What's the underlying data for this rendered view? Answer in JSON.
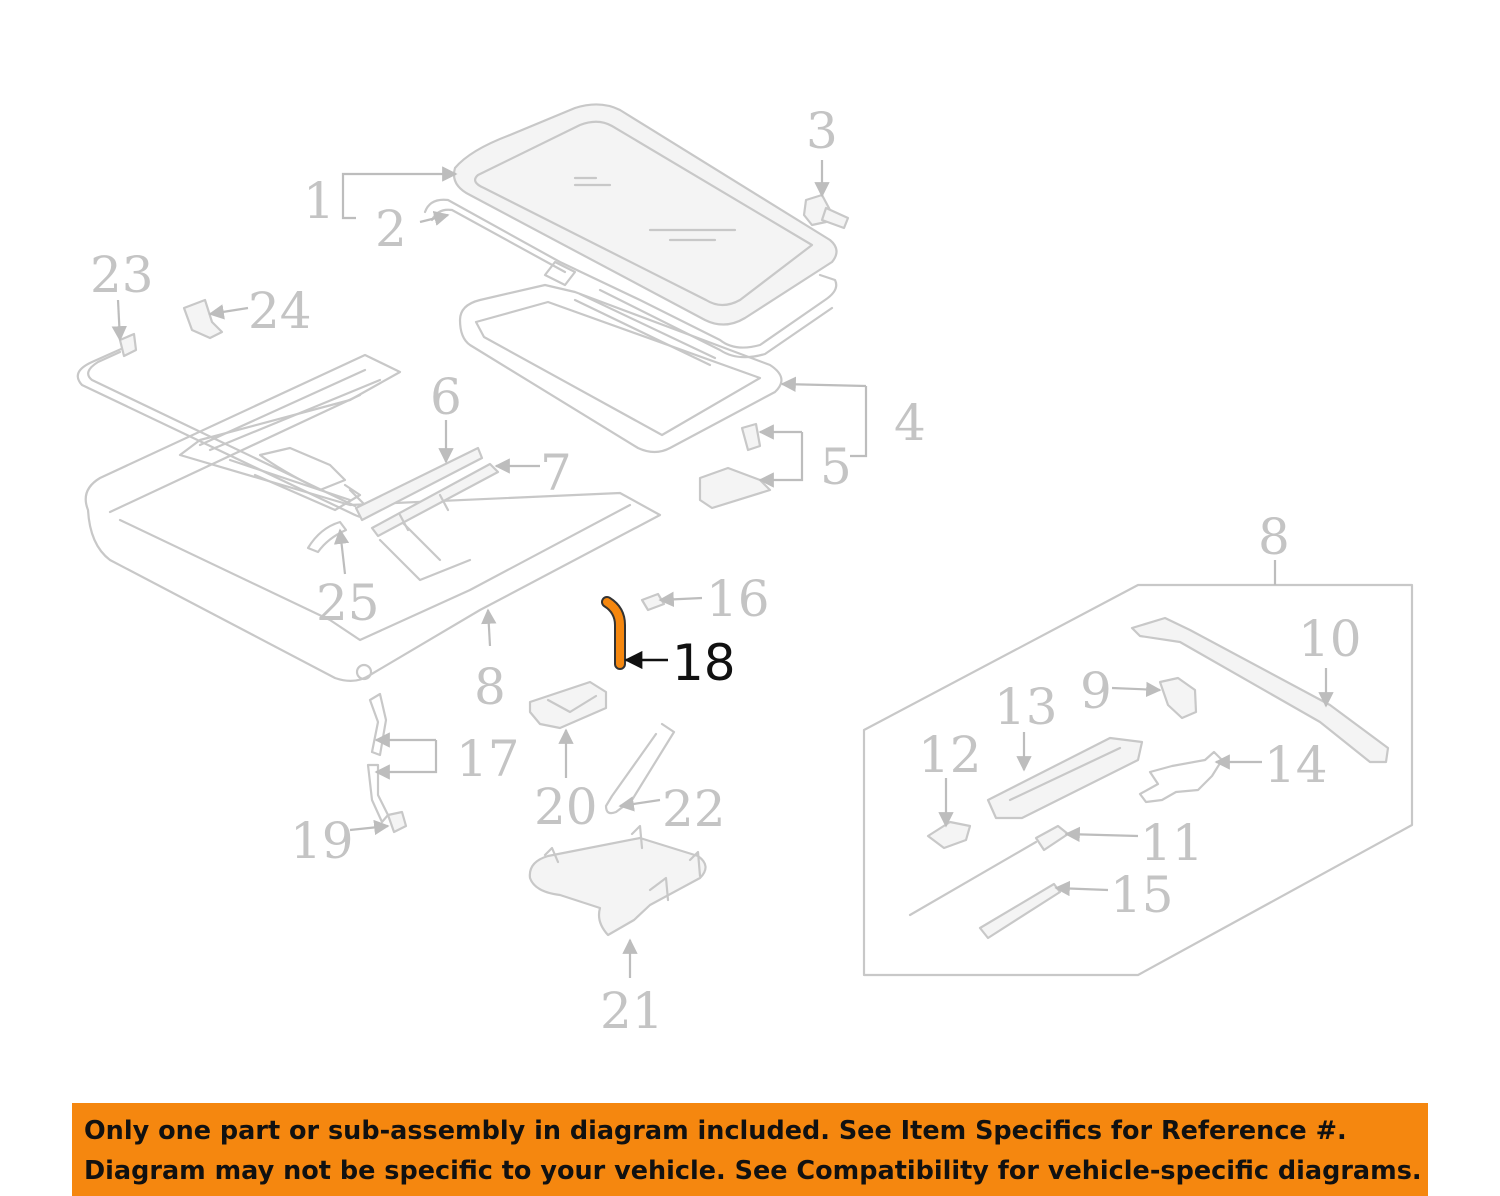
{
  "diagram": {
    "highlight_color": "#f5870f",
    "callouts": [
      "1",
      "2",
      "3",
      "4",
      "5",
      "6",
      "7",
      "8",
      "8",
      "9",
      "10",
      "11",
      "12",
      "13",
      "14",
      "15",
      "16",
      "17",
      "18",
      "19",
      "20",
      "21",
      "22",
      "23",
      "24",
      "25"
    ],
    "highlighted_callout": "18"
  },
  "notice": {
    "background": "#f5870f",
    "line1": "Only one part or sub-assembly in diagram included. See Item Specifics for Reference #.",
    "line2": "Diagram may not be specific to your vehicle. See Compatibility for vehicle-specific diagrams."
  }
}
